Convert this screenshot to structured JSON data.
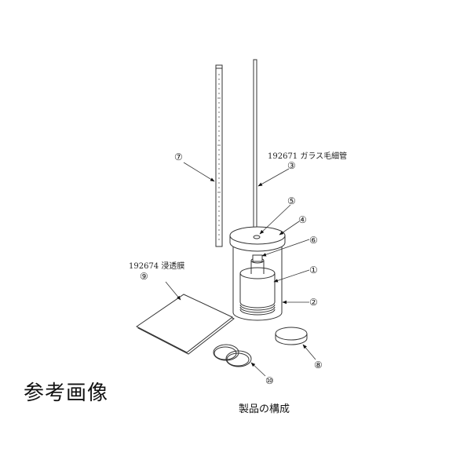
{
  "diagram": {
    "parts": [
      {
        "num": "①",
        "id": 1
      },
      {
        "num": "②",
        "id": 2
      },
      {
        "num": "③",
        "id": 3
      },
      {
        "num": "④",
        "id": 4
      },
      {
        "num": "⑤",
        "id": 5
      },
      {
        "num": "⑥",
        "id": 6
      },
      {
        "num": "⑦",
        "id": 7
      },
      {
        "num": "⑧",
        "id": 8
      },
      {
        "num": "⑨",
        "id": 9
      },
      {
        "num": "⑩",
        "id": 10
      }
    ],
    "labels": {
      "capillary": "192671 ガラス毛細管",
      "membrane": "192674 浸透膜"
    }
  },
  "captions": {
    "reference_image": "参考画像",
    "product_composition": "製品の構成"
  },
  "colors": {
    "line": "#333333",
    "background": "#ffffff"
  }
}
